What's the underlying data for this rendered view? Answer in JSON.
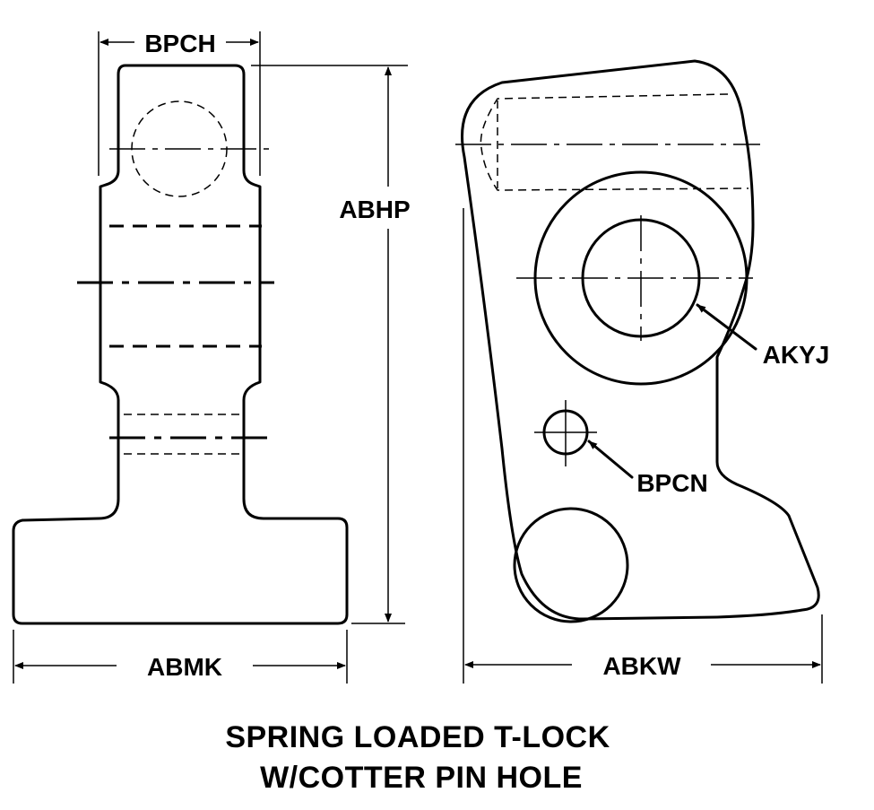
{
  "labels": {
    "bpch": "BPCH",
    "abhp": "ABHP",
    "abmk": "ABMK",
    "abkw": "ABKW",
    "akyj": "AKYJ",
    "bpcn": "BPCN"
  },
  "caption": {
    "line1": "SPRING LOADED T-LOCK",
    "line2": "W/COTTER PIN HOLE"
  },
  "colors": {
    "ink": "#000000",
    "background": "#ffffff"
  }
}
